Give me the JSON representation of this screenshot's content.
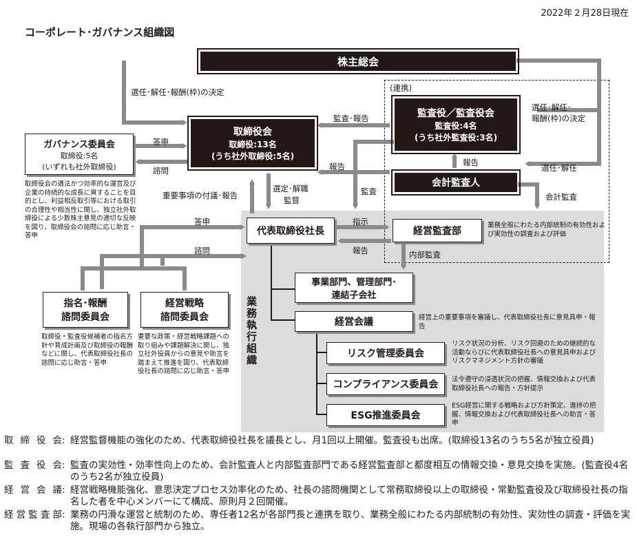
{
  "header": {
    "date": "2022年２月28日現在",
    "title": "コーポレート･ガバナンス組織図"
  },
  "boxes": {
    "shareholders": "株主総会",
    "board": {
      "title": "取締役会",
      "line1": "取締役:13名",
      "line2": "(うち社外取締役:5名)"
    },
    "auditors": {
      "title": "監査役／監査役会",
      "line1": "監査役:4名",
      "line2": "(うち社外監査役:3名)"
    },
    "accounting_auditor": "会計監査人",
    "governance": {
      "title": "ガバナンス委員会",
      "line1": "取締役:5名",
      "line2": "(いずれも社外取締役)"
    },
    "president": "代表取締役社長",
    "audit_dept": "経営監査部",
    "nomination": {
      "line1": "指名･報酬",
      "line2": "諮問委員会"
    },
    "strategy": {
      "line1": "経営戦略",
      "line2": "諮問委員会"
    },
    "business": {
      "line1": "事業部門、管理部門･",
      "line2": "連結子会社"
    },
    "mgmt_meeting": "経営会議",
    "risk": "リスク管理委員会",
    "compliance": "コンプライアンス委員会",
    "esg": "ESG推進委員会"
  },
  "labels": {
    "elect_dismiss_pay": "選任･解任･報酬(枠)の決定",
    "audit_report": "監査･報告",
    "cooperation": "(連携)",
    "auditor_elect": "選任･解任･",
    "auditor_elect2": "報酬(枠)の決定",
    "answer1": "答申",
    "consult1": "諮問",
    "report1": "報告",
    "report2": "報告",
    "elect_dismiss": "選任･解任",
    "important_matters": "重要事項の付議･報告",
    "appoint": "選定･解職",
    "supervise": "監督",
    "audit": "監査",
    "accounting_audit": "会計監査",
    "answer2": "答申",
    "consult2": "諮問",
    "instruct": "指示",
    "report3": "報告",
    "internal_audit": "内部監査",
    "execution_org": "業務執行組織"
  },
  "notes": {
    "governance": "取締役会の適法かつ効率的な運営及び企業の持続的な成長に資することを目的とし、利益相反取引等における取引の合理性や相当性に関し、独立社外取締役による少数株主意見の適切な反映を図り、取締役会の諮問に応じ助言・答申",
    "audit_dept": "業務全般にわたる内部統制の有効性および実効性の調査および評価",
    "nomination": "取締役・監査役候補者の指名方針や育成計画及び取締役の報酬などに関し、代表取締役社長の諮問に応じ助言・答申",
    "strategy": "重要な政策・経営戦略課題への取り組みや課題解決に関し、独立社外役員からの意見や助言を踏まえて推進を図り、代表取締役社長の諮問に応じ助言・答申",
    "mgmt_meeting": "経営上の重要事項を審議し、代表取締役社長に意見具申・報告",
    "risk": "リスク状況の分析、リスク回避のための継続的な活動ならびに代表取締役社長への意見具申およびリスクマネジメント方針の審議",
    "compliance": "法令遵守の浸透状況の把握、情報交換および代表取締役社長への報告・方針提示",
    "esg": "ESG経営に関する戦略および方針策定、進捗の把握、情報交換および代表取締役社長への助言・答申"
  },
  "footer": [
    {
      "term": "取締役会",
      "desc": "経営監督機能の強化のため、代表取締役社長を議長とし、月1回以上開催。監査役も出席。(取締役13名のうち5名が独立役員)"
    },
    {
      "term": "監査役会",
      "desc": "監査の実効性・効率性向上のため、会計監査人と内部監査部門である経営監査部と都度相互の情報交換・意見交換を実施。(監査役4名のうち2名が独立役員)"
    },
    {
      "term": "経営会議",
      "desc": "経営戦略機能強化、意思決定プロセス効率化のため、社長の諮問機関として常務取締役以上の取締役・常勤監査役及び取締役社長の指名した者を中心メンバーにて構成、原則月２回開催。"
    },
    {
      "term": "経営監査部",
      "desc": "業務の円滑な運営と統制のため、専任者12名が各部門長と連携を取り、業務全般にわたる内部統制の有効性、実効性の調査・評価を実施。現場の各執行部門から独立。"
    }
  ],
  "colors": {
    "dark": "#231815",
    "gray_area": "#dcdcdc",
    "arrow": "#8a8a8a"
  }
}
